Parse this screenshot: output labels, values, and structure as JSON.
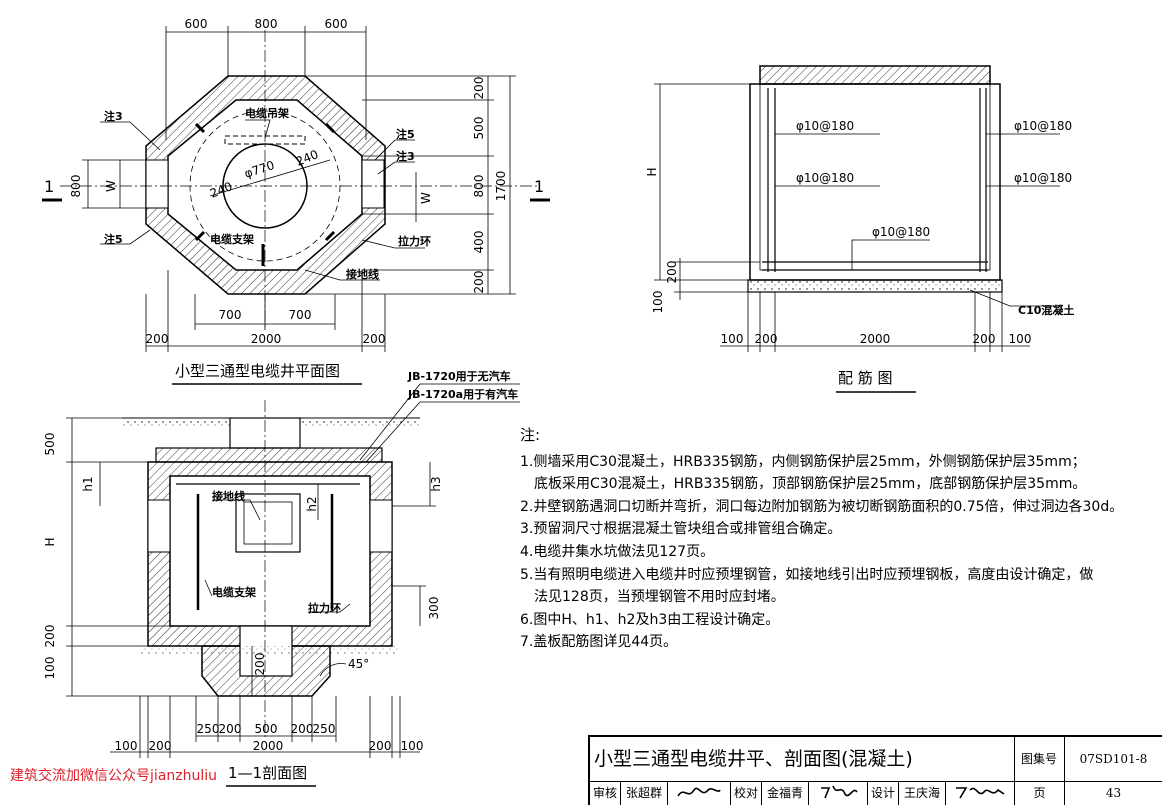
{
  "plan": {
    "caption": "小型三通型电缆井平面图",
    "top_dims": [
      "600",
      "800",
      "600"
    ],
    "bottom_dims": [
      "700",
      "700"
    ],
    "bottom_total": [
      "200",
      "2000",
      "200"
    ],
    "right_dims": [
      "200",
      "500",
      "800",
      "400",
      "200"
    ],
    "right_total": "1700",
    "left_dim": "800",
    "section_mark_left": "1",
    "section_mark_right": "1",
    "w_left": "W",
    "w_right": "W",
    "labels": {
      "cable_hanger": "电缆吊架",
      "note3_left": "注3",
      "note5_left": "注5",
      "note5_right": "注5",
      "note3_right": "注3",
      "cable_support": "电缆支架",
      "pull_ring": "拉力环",
      "ground_wire": "接地线",
      "diameter": "φ770",
      "r1": "240",
      "r2": "240"
    }
  },
  "rebar": {
    "caption": "配 筋 图",
    "callouts": [
      "φ10@180",
      "φ10@180",
      "φ10@180",
      "φ10@180",
      "φ10@180"
    ],
    "h_label": "H",
    "left_dims": [
      "200",
      "100"
    ],
    "bottom_dims": [
      "100",
      "200",
      "2000",
      "200",
      "100"
    ],
    "concrete": "C10混凝土"
  },
  "section": {
    "caption": "1—1剖面图",
    "cover_a": "JB-1720用于无汽车",
    "cover_b": "JB-1720a用于有汽车",
    "left_dims": [
      "500",
      "H",
      "200",
      "100"
    ],
    "h1": "h1",
    "h2": "h2",
    "h3": "h3",
    "dim_300": "300",
    "dim_200": "200",
    "angle": "45°",
    "ground_wire": "接地线",
    "cable_support": "电缆支架",
    "pull_ring": "拉力环",
    "bottom_dims": [
      "250",
      "200",
      "500",
      "200",
      "250"
    ],
    "bottom_total": [
      "100",
      "200",
      "2000",
      "200",
      "100"
    ]
  },
  "notes": {
    "heading": "注:",
    "items": [
      "1.侧墙采用C30混凝土，HRB335钢筋，内侧钢筋保护层25mm，外侧钢筋保护层35mm；",
      "底板采用C30混凝土，HRB335钢筋，顶部钢筋保护层25mm，底部钢筋保护层35mm。",
      "2.井壁钢筋遇洞口切断并弯折，洞口每边附加钢筋为被切断钢筋面积的0.75倍，伸过洞边各30d。",
      "3.预留洞尺寸根据混凝土管块组合或排管组合确定。",
      "4.电缆井集水坑做法见127页。",
      "5.当有照明电缆进入电缆井时应预埋钢管，如接地线引出时应预埋钢板，高度由设计确定，做",
      "法见128页，当预埋钢管不用时应封堵。",
      "6.图中H、h1、h2及h3由工程设计确定。",
      "7.盖板配筋图详见44页。"
    ]
  },
  "titleblock": {
    "title": "小型三通型电缆井平、剖面图(混凝土)",
    "atlas_label": "图集号",
    "atlas_no": "07SD101-8",
    "review": "审核",
    "reviewer": "张超群",
    "check": "校对",
    "checker": "金福青",
    "design": "设计",
    "designer": "王庆海",
    "page_label": "页",
    "page_no": "43"
  },
  "watermark": "建筑交流加微信公众号jianzhuliu"
}
